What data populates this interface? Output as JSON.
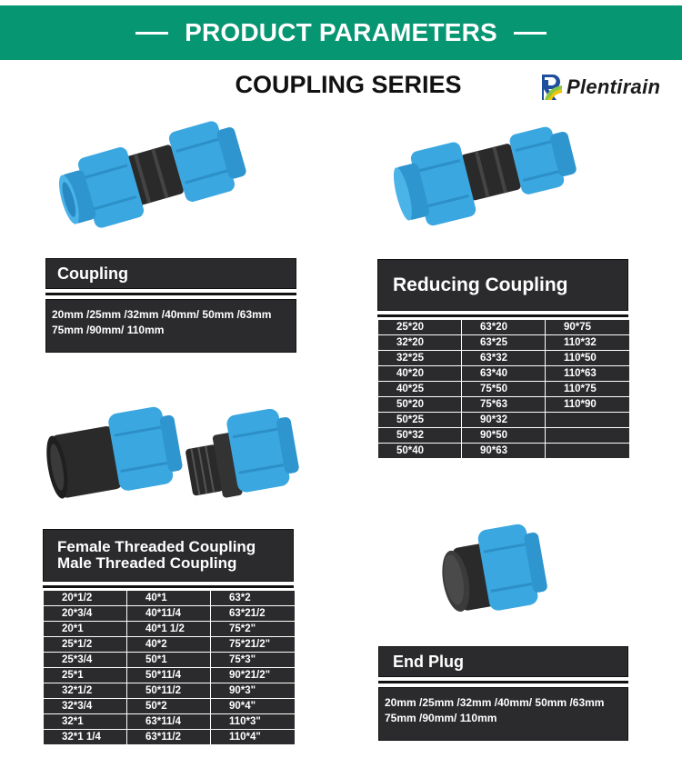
{
  "banner": {
    "title": "PRODUCT PARAMETERS",
    "background_color": "#079672"
  },
  "series_title": "COUPLING SERIES",
  "logo": {
    "name": "Plentirain",
    "icon": "plentirain-r-logo-icon"
  },
  "products": {
    "coupling": {
      "title": "Coupling",
      "image": "blue-compression-coupling-image",
      "sizes_line1": "20mm /25mm /32mm /40mm/ 50mm /63mm",
      "sizes_line2": "75mm /90mm/ 110mm"
    },
    "reducing_coupling": {
      "title": "Reducing Coupling",
      "image": "blue-reducing-coupling-image",
      "table": [
        [
          "25*20",
          "63*20",
          "90*75"
        ],
        [
          "32*20",
          "63*25",
          "110*32"
        ],
        [
          "32*25",
          "63*32",
          "110*50"
        ],
        [
          "40*20",
          "63*40",
          "110*63"
        ],
        [
          "40*25",
          "75*50",
          "110*75"
        ],
        [
          "50*20",
          "75*63",
          "110*90"
        ],
        [
          "50*25",
          "90*32",
          ""
        ],
        [
          "50*32",
          "90*50",
          ""
        ],
        [
          "50*40",
          "90*63",
          ""
        ]
      ]
    },
    "threaded_coupling": {
      "title_line1": "Female Threaded Coupling",
      "title_line2": "Male Threaded Coupling",
      "image": "female-and-male-threaded-coupling-image",
      "table": [
        [
          "20*1/2",
          "40*1",
          "63*2"
        ],
        [
          "20*3/4",
          "40*11/4",
          "63*21/2"
        ],
        [
          "20*1",
          "40*1  1/2",
          "75*2\""
        ],
        [
          "25*1/2",
          "40*2",
          "75*21/2\""
        ],
        [
          "25*3/4",
          "50*1",
          "75*3\""
        ],
        [
          "25*1",
          "50*11/4",
          "90*21/2\""
        ],
        [
          "32*1/2",
          "50*11/2",
          "90*3\""
        ],
        [
          "32*3/4",
          "50*2",
          "90*4\""
        ],
        [
          "32*1",
          "63*11/4",
          "110*3\""
        ],
        [
          "32*1  1/4",
          "63*11/2",
          "110*4\""
        ]
      ]
    },
    "end_plug": {
      "title": "End Plug",
      "image": "blue-end-plug-image",
      "sizes_line1": "20mm /25mm /32mm /40mm/ 50mm /63mm",
      "sizes_line2": "75mm /90mm/ 110mm"
    }
  },
  "colors": {
    "fitting_blue": "#3aa7e0",
    "fitting_black": "#2a2a2a",
    "panel_dark": "#2b2b2e"
  }
}
